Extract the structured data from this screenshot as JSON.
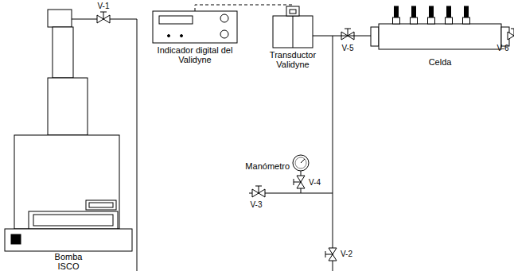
{
  "diagram": {
    "nodes": [
      {
        "text": [
          "Bomba ISCO"
        ]
      },
      {
        "text": [
          "Indicador digital del Validyne"
        ]
      },
      {
        "text": [
          "Transductor Validyne"
        ]
      },
      {
        "text": [
          "Celda"
        ]
      },
      {
        "text": [
          "Manómetro"
        ]
      }
    ],
    "edges": [
      {
        "from": 1,
        "to": 2,
        "arrow": "none"
      },
      {
        "from": 2,
        "to": 3,
        "arrow": "none"
      }
    ],
    "labels": [
      "V-1",
      "V-5",
      "V-6",
      "V-3",
      "V-4",
      "V-2"
    ]
  }
}
